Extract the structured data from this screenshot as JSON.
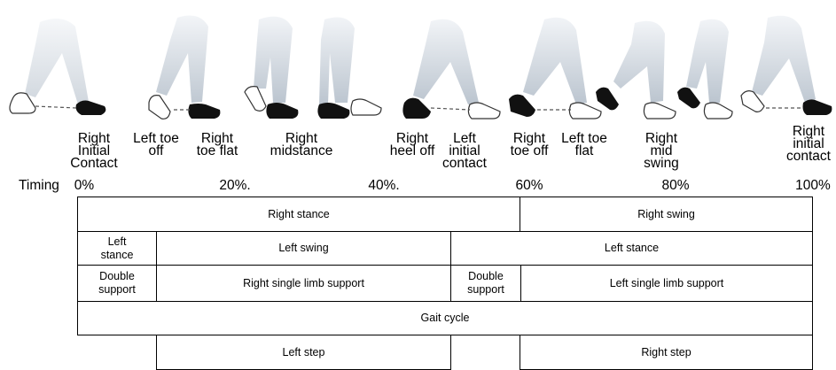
{
  "phases": [
    {
      "label": "Right\nInitial\nContact"
    },
    {
      "label": "Left toe\noff"
    },
    {
      "label": "Right\ntoe flat"
    },
    {
      "label": "Right\nmidstance"
    },
    {
      "label": "Right\nheel off"
    },
    {
      "label": "Left\ninitial\ncontact"
    },
    {
      "label": "Right\ntoe off"
    },
    {
      "label": "Left toe\nflat"
    },
    {
      "label": "Right\nmid\nswing"
    },
    {
      "label": "Right\ninitial\ncontact"
    }
  ],
  "timing": {
    "title": "Timing",
    "ticks": [
      "0%",
      "20%.",
      "40%.",
      "60%",
      "80%",
      "100%"
    ]
  },
  "rows": {
    "right_stance": "Right stance",
    "right_swing": "Right swing",
    "left_stance_initial": "Left\nstance",
    "left_swing": "Left swing",
    "left_stance": "Left stance",
    "double_support_1": "Double\nsupport",
    "right_single_limb_support": "Right single limb support",
    "double_support_2": "Double\nsupport",
    "left_single_limb_support": "Left single limb support",
    "gait_cycle": "Gait cycle",
    "left_step": "Left step",
    "right_step": "Right step"
  },
  "colors": {
    "leg": "#c9d2dc",
    "leg_dark": "#a9b4c0",
    "shoe_dark": "#111111",
    "shoe_light": "#ffffff"
  }
}
